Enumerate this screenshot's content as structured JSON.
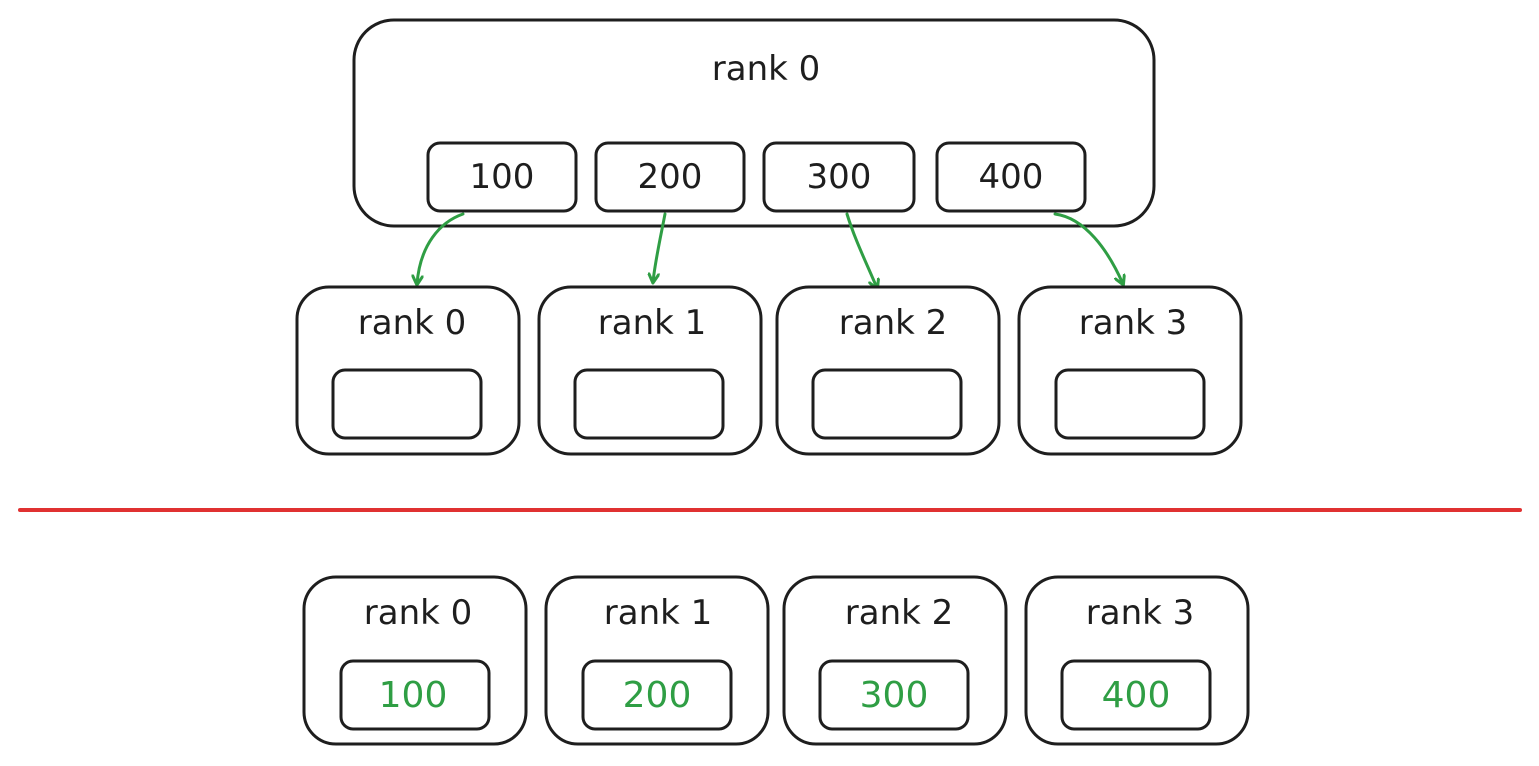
{
  "colors": {
    "stroke": "#1e1e1e",
    "arrow": "#2f9e44",
    "divider": "#e03131",
    "result_text": "#2f9e44"
  },
  "source": {
    "label": "rank 0",
    "values": [
      "100",
      "200",
      "300",
      "400"
    ]
  },
  "before": {
    "ranks": [
      {
        "label": "rank 0"
      },
      {
        "label": "rank 1"
      },
      {
        "label": "rank 2"
      },
      {
        "label": "rank 3"
      }
    ]
  },
  "after": {
    "ranks": [
      {
        "label": "rank 0",
        "value": "100"
      },
      {
        "label": "rank 1",
        "value": "200"
      },
      {
        "label": "rank 2",
        "value": "300"
      },
      {
        "label": "rank 3",
        "value": "400"
      }
    ]
  }
}
